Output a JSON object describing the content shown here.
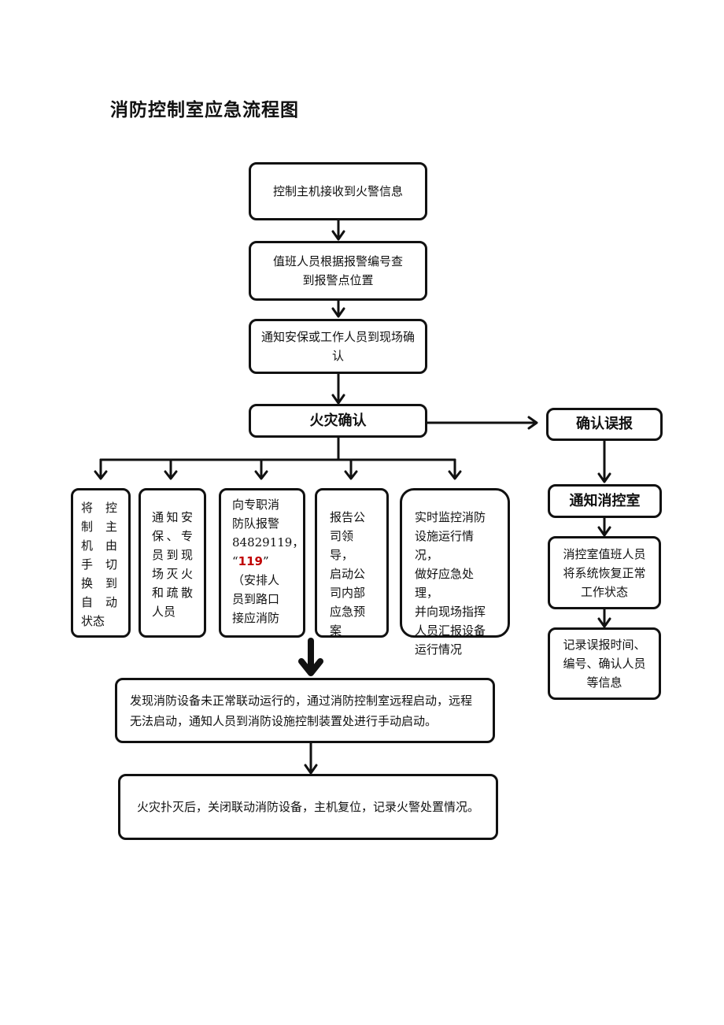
{
  "title": "消防控制室应急流程图",
  "steps": {
    "receive": "控制主机接收到火警信息",
    "locate": "值班人员根据报警编号查到报警点位置",
    "notify_confirm": "通知安保或工作人员到现场确认",
    "fire_confirm": "火灾确认",
    "false_alarm": "确认误报",
    "notify_control_room": "通知消控室",
    "restore": "消控室值班人员将系统恢复正常工作状态",
    "record": "记录误报时间、编号、确认人员等信息",
    "equipment_fail": "发现消防设备未正常联动运行的，通过消防控制室远程启动，远程无法启动，通知人员到消防设施控制装置处进行手动启动。",
    "after_fire": "火灾扑灭后，关闭联动消防设备，主机复位，记录火警处置情况。"
  },
  "branches": {
    "b1_lines": [
      "将　控",
      "制　主",
      "机　由",
      "手　切",
      "换　到",
      "自　动",
      "状态"
    ],
    "b2_lines": [
      "通知安",
      "保、专",
      "员到现",
      "场灭火",
      "和疏散",
      "人员"
    ],
    "b3_lines": [
      "向专职消",
      "防队报警",
      "84829119，"
    ],
    "b3_quote_open": "“",
    "b3_emergency": "119",
    "b3_quote_close": "”",
    "b3_tail_lines": [
      "（安排人",
      "员到路口",
      "接应消防"
    ],
    "b4_lines": [
      "报告公",
      "司领导，",
      "启动公",
      "司内部",
      "应急预",
      "案"
    ],
    "b5_lines": [
      "实时监控消防",
      "设施运行情况，",
      "做好应急处理，",
      "并向现场指挥",
      "人员汇报设备",
      "运行情况"
    ]
  },
  "colors": {
    "border": "#111111",
    "emergency_number": "#c00000"
  }
}
